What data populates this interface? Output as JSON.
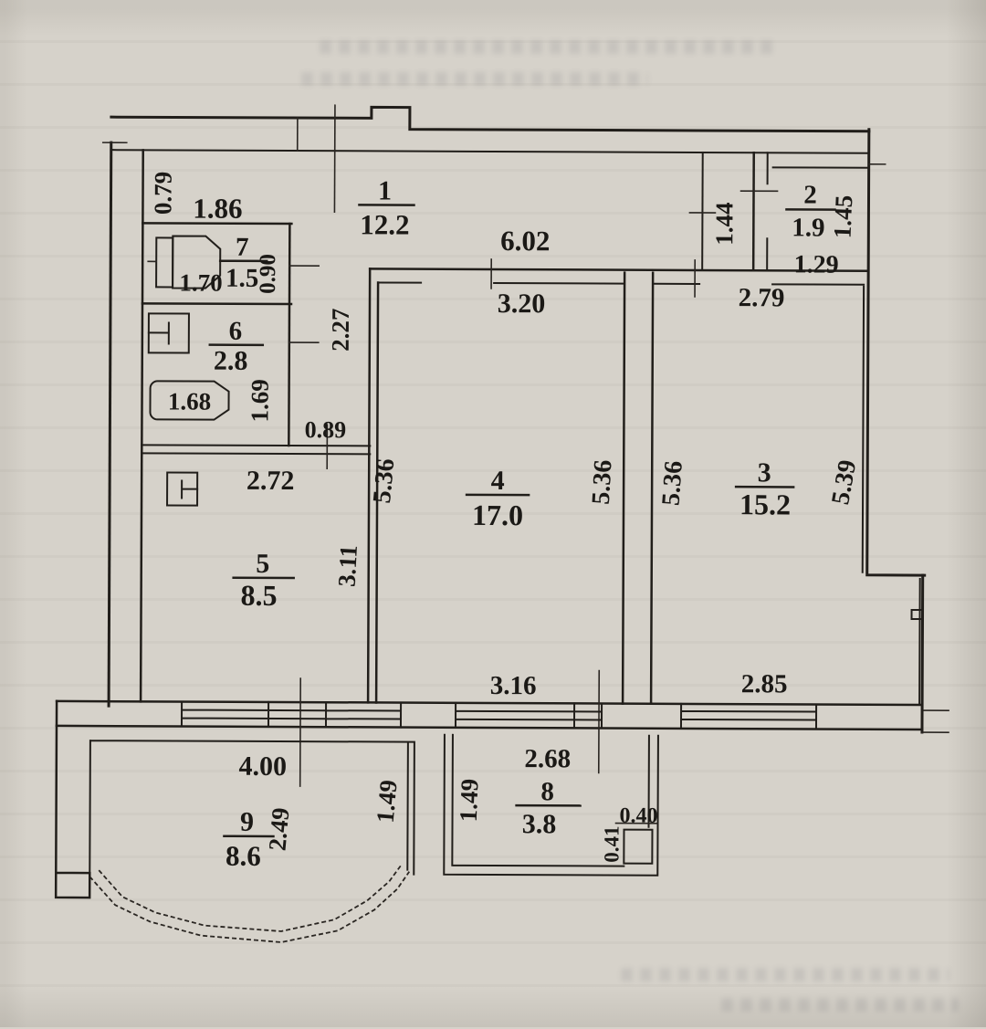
{
  "colors": {
    "paper": "#d6d2ca",
    "ink": "#211e1a"
  },
  "rooms": [
    {
      "number": "1",
      "area": "12.2"
    },
    {
      "number": "2",
      "area": "1.9"
    },
    {
      "number": "3",
      "area": "15.2"
    },
    {
      "number": "4",
      "area": "17.0"
    },
    {
      "number": "5",
      "area": "8.5"
    },
    {
      "number": "6",
      "area": "2.8"
    },
    {
      "number": "7",
      "area": "1.5"
    },
    {
      "number": "8",
      "area": "3.8"
    },
    {
      "number": "9",
      "area": "8.6"
    }
  ],
  "dims": {
    "d079": "0.79",
    "d186": "1.86",
    "d602": "6.02",
    "d144": "1.44",
    "d145": "1.45",
    "d129": "1.29",
    "d279": "2.79",
    "d320": "3.20",
    "d536a": "5.36",
    "d536b": "5.36",
    "d536c": "5.36",
    "d539": "5.39",
    "d227": "2.27",
    "d090": "0.90",
    "d170": "1.70",
    "d168": "1.68",
    "d169": "1.69",
    "d089": "0.89",
    "d272": "2.72",
    "d311": "3.11",
    "d316": "3.16",
    "d285": "2.85",
    "d400": "4.00",
    "d249": "2.49",
    "d149a": "1.49",
    "d149b": "1.49",
    "d268": "2.68",
    "d040": "0.40",
    "d041": "0.41"
  }
}
